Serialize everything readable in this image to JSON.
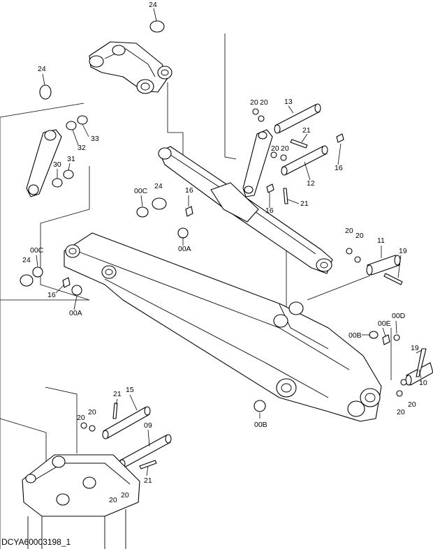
{
  "diagram_id": "DCYA60003198_1",
  "callouts": [
    {
      "id": "c24a",
      "label": "24"
    },
    {
      "id": "c24b",
      "label": "24"
    },
    {
      "id": "c24c",
      "label": "24"
    },
    {
      "id": "c24d",
      "label": "24"
    },
    {
      "id": "c33",
      "label": "33"
    },
    {
      "id": "c32",
      "label": "32"
    },
    {
      "id": "c30",
      "label": "30"
    },
    {
      "id": "c31",
      "label": "31"
    },
    {
      "id": "c13",
      "label": "13"
    },
    {
      "id": "c20a",
      "label": "20"
    },
    {
      "id": "c20b",
      "label": "20"
    },
    {
      "id": "c21a",
      "label": "21"
    },
    {
      "id": "c20c",
      "label": "20"
    },
    {
      "id": "c20d",
      "label": "20"
    },
    {
      "id": "c16a",
      "label": "16"
    },
    {
      "id": "c12",
      "label": "12"
    },
    {
      "id": "c16b",
      "label": "16"
    },
    {
      "id": "c21b",
      "label": "21"
    },
    {
      "id": "c00C1",
      "label": "00C"
    },
    {
      "id": "c16c",
      "label": "16"
    },
    {
      "id": "c00A1",
      "label": "00A"
    },
    {
      "id": "c00C2",
      "label": "00C"
    },
    {
      "id": "c16d",
      "label": "16"
    },
    {
      "id": "c00A2",
      "label": "00A"
    },
    {
      "id": "c20e",
      "label": "20"
    },
    {
      "id": "c20f",
      "label": "20"
    },
    {
      "id": "c11",
      "label": "11"
    },
    {
      "id": "c19a",
      "label": "19"
    },
    {
      "id": "c00D",
      "label": "00D"
    },
    {
      "id": "c00E",
      "label": "00E"
    },
    {
      "id": "c00B1",
      "label": "00B"
    },
    {
      "id": "c19b",
      "label": "19"
    },
    {
      "id": "c10",
      "label": "10"
    },
    {
      "id": "c20g",
      "label": "20"
    },
    {
      "id": "c20h",
      "label": "20"
    },
    {
      "id": "c00B2",
      "label": "00B"
    },
    {
      "id": "c21c",
      "label": "21"
    },
    {
      "id": "c15",
      "label": "15"
    },
    {
      "id": "c20i",
      "label": "20"
    },
    {
      "id": "c20j",
      "label": "20"
    },
    {
      "id": "c09",
      "label": "09"
    },
    {
      "id": "c21d",
      "label": "21"
    },
    {
      "id": "c20k",
      "label": "20"
    },
    {
      "id": "c20l",
      "label": "20"
    }
  ]
}
